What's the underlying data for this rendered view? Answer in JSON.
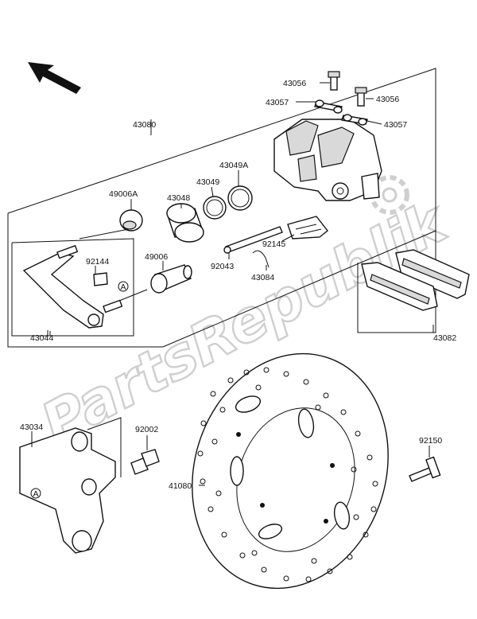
{
  "watermark": {
    "text": "PartsRepublik"
  },
  "callout_marker": "A",
  "labels": {
    "p43080": "43080",
    "p43056a": "43056",
    "p43056b": "43056",
    "p43057a": "43057",
    "p43057b": "43057",
    "p43049A": "43049A",
    "p43049": "43049",
    "p43048": "43048",
    "p49006A": "49006A",
    "p49006": "49006",
    "p92144": "92144",
    "p92145": "92145",
    "p92043": "92043",
    "p43084": "43084",
    "p43044": "43044",
    "p43082": "43082",
    "p43034": "43034",
    "p92002": "92002",
    "p92150": "92150",
    "p41080": "41080"
  }
}
